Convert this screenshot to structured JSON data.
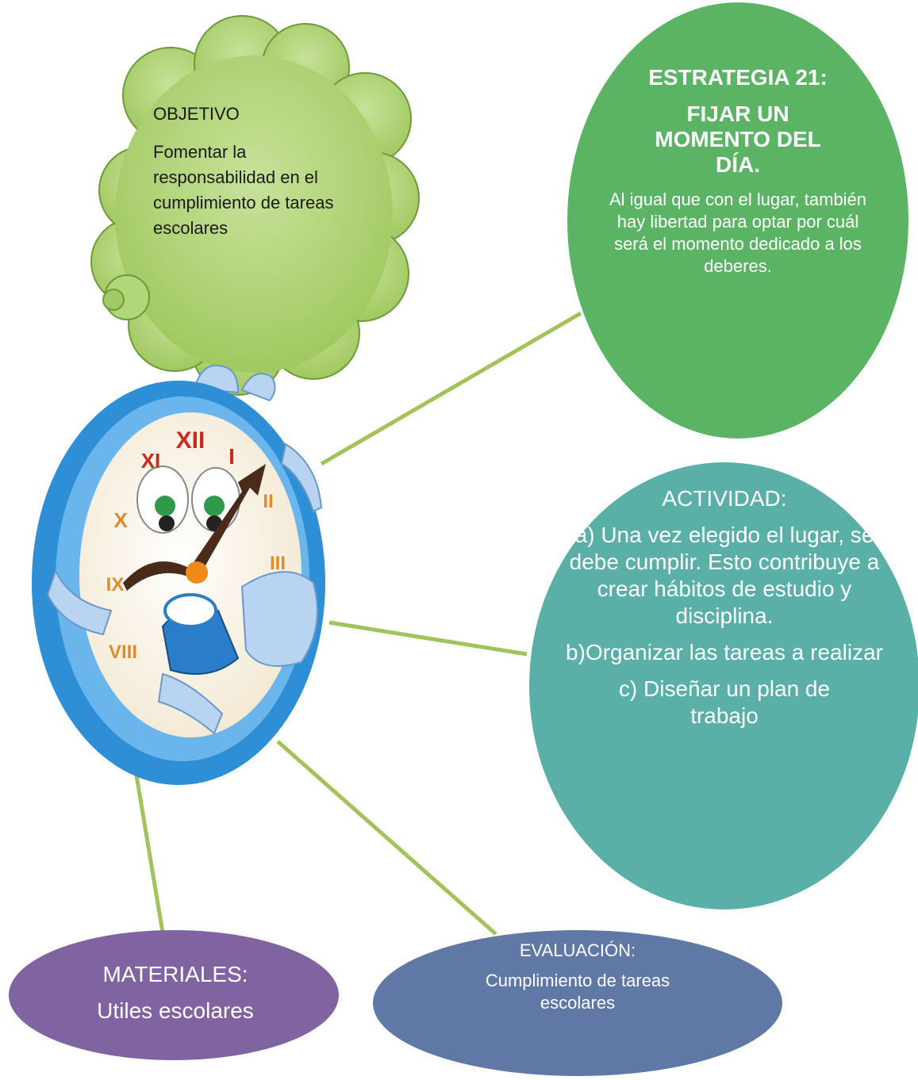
{
  "objective": {
    "title": "OBJETIVO",
    "text": "Fomentar la responsabilidad en el cumplimiento de tareas escolares"
  },
  "strategy": {
    "title": "ESTRATEGIA 21:",
    "subtitle": "FIJAR UN MOMENTO DEL DÍA.",
    "description": "Al igual que con el lugar, también hay libertad para optar por cuál será el momento dedicado a los deberes."
  },
  "activity": {
    "title": "ACTIVIDAD:",
    "items": [
      "a) Una vez elegido el lugar, se debe cumplir. Esto contribuye a crear hábitos de estudio y disciplina.",
      "b)Organizar las tareas a realizar",
      "c) Diseñar un plan de trabajo"
    ]
  },
  "materials": {
    "title": "MATERIALES:",
    "text": "Utiles escolares"
  },
  "evaluation": {
    "title": "EVALUACIÓN:",
    "text": "Cumplimiento de tareas escolares"
  },
  "clock": {
    "numerals": [
      "XII",
      "XI",
      "I",
      "X",
      "II",
      "IX",
      "III",
      "VIII"
    ]
  },
  "colors": {
    "cloud": "#a9cf6f",
    "strategy": "#5bb464",
    "activity": "#5aafa6",
    "materials": "#8063a1",
    "evaluation": "#5f78a5",
    "connector": "#a2c35c",
    "clock_rim": "#2f8fd6"
  }
}
